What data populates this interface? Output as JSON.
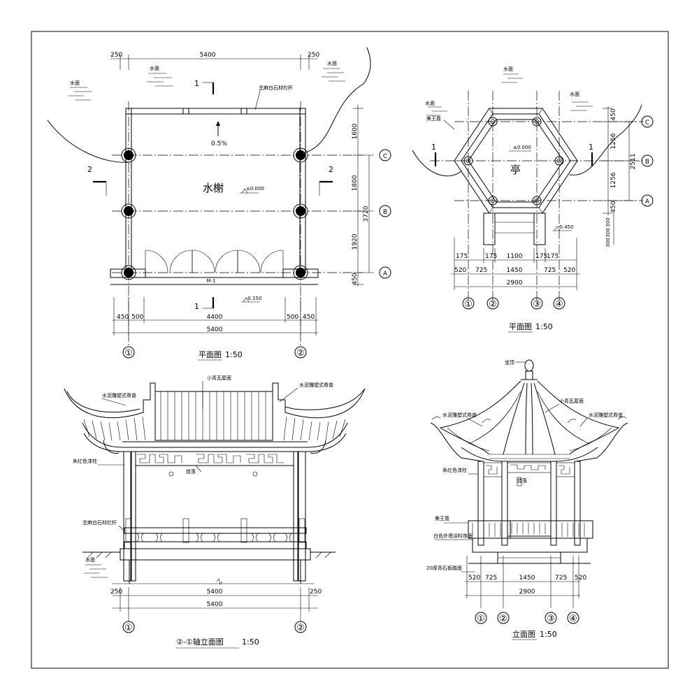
{
  "plan_left": {
    "title": "平面图",
    "scale": "1:50",
    "room": "水榭",
    "level": "±0.000",
    "slope": "0.5%",
    "outer_level": "-0.150",
    "door": "M-1",
    "sec1": "1",
    "sec2": "2",
    "water1": "水面",
    "water2": "水面",
    "water3": "水面",
    "rail_note": "芝麻白石材栏杆",
    "dims_top": [
      "250",
      "5400",
      "250"
    ],
    "dims_bottom": [
      "450",
      "500",
      "4400",
      "500",
      "450"
    ],
    "dim_total": "5400",
    "dims_right": [
      "1600",
      "1800",
      "3720",
      "1920",
      "450"
    ],
    "axes_h": [
      "①",
      "②"
    ],
    "axes_v": [
      "C",
      "B",
      "A"
    ]
  },
  "plan_right": {
    "title": "平面图",
    "scale": "1:50",
    "room": "亭",
    "level": "±0.000",
    "outer_level": "-0.450",
    "bench": "美王靠",
    "water1": "水面",
    "water2": "水面",
    "water3": "水面",
    "sec1": "1",
    "dims_bottom1": [
      "175",
      "175",
      "1100",
      "175",
      "175"
    ],
    "dims_bottom2": [
      "520",
      "725",
      "1450",
      "725",
      "520"
    ],
    "dim_total": "2900",
    "dims_right": [
      "450",
      "1256",
      "2511",
      "1256",
      "450"
    ],
    "dims_steps": [
      "300",
      "300",
      "300"
    ],
    "axes_h": [
      "①",
      "②",
      "③",
      "④"
    ],
    "axes_v": [
      "C",
      "B",
      "A"
    ]
  },
  "elev_left": {
    "title": "②-①轴立面图",
    "scale": "1:50",
    "n1": "小青瓦屋面",
    "n2": "水泥雕塑式脊兽",
    "n3": "朱红色漆柱",
    "n4": "挂落",
    "n5": "芝麻白石材栏杆",
    "n6": "水面",
    "dims1": [
      "250",
      "5400",
      "250"
    ],
    "dim_total": "5400",
    "axes": [
      "①",
      "②"
    ]
  },
  "elev_right": {
    "title": "立面图",
    "scale": "1:50",
    "n1": "宝顶",
    "n2": "小青瓦屋面",
    "n3": "水泥雕塑式脊兽",
    "n4": "水泥雕塑式脊兽",
    "n5": "朱红色漆柱",
    "n6": "挂落",
    "n7": "美王靠",
    "n8": "白色外墙涂料饰面",
    "n9": "20厚青石板踏面",
    "dims": [
      "520",
      "725",
      "1450",
      "725",
      "520"
    ],
    "dim_total": "2900",
    "axes": [
      "①",
      "②",
      "③",
      "④"
    ]
  }
}
